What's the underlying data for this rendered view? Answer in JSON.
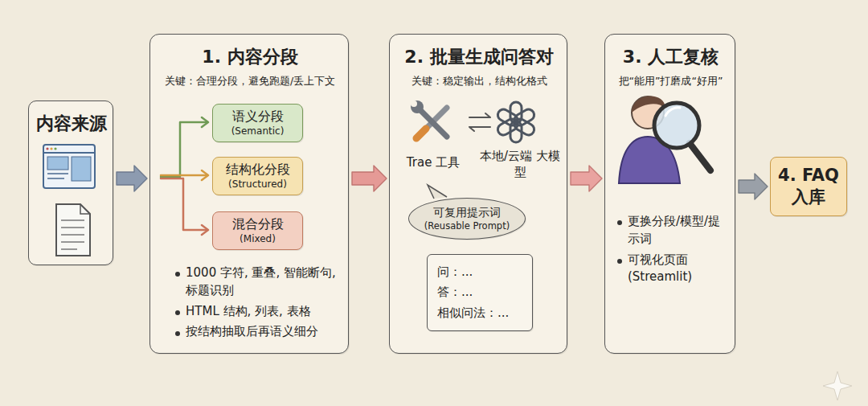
{
  "diagram": {
    "nodes": [
      {
        "text": [
          "内容来源"
        ]
      },
      {
        "text": [
          "1. 内容分段",
          "关键：合理分段，避免跑题/丢上下文",
          "1000 字符, 重叠, 智能断句, 标题识别",
          "HTML 结构, 列表, 表格",
          "按结构抽取后再语义细分"
        ]
      },
      {
        "text": [
          "语义分段",
          "(Semantic)"
        ],
        "in": 1
      },
      {
        "text": [
          "结构化分段",
          "(Structured)"
        ],
        "in": 1
      },
      {
        "text": [
          "混合分段",
          "(Mixed)"
        ],
        "in": 1
      },
      {
        "text": [
          "2. 批量生成问答对",
          "关键：稳定输出，结构化格式",
          "Trae 工具",
          "本地/云端 大模型"
        ]
      },
      {
        "text": [
          "可复用提示词",
          "(Reusable Prompt)"
        ],
        "in": 5
      },
      {
        "text": [
          "问：...",
          "答：...",
          "相似问法：..."
        ],
        "in": 5
      },
      {
        "text": [
          "3. 人工复核",
          "把“能用”打磨成“好用”",
          "更换分段/模型/提示词",
          "可视化页面 (Streamlit)"
        ]
      },
      {
        "text": [
          "4. FAQ 入库"
        ]
      }
    ],
    "edges": [
      {
        "from": 0,
        "to": 1,
        "arrow": "to"
      },
      {
        "from": 1,
        "to": 5,
        "arrow": "to"
      },
      {
        "from": 5,
        "to": 8,
        "arrow": "to"
      },
      {
        "from": 8,
        "to": 9,
        "arrow": "to"
      }
    ]
  }
}
